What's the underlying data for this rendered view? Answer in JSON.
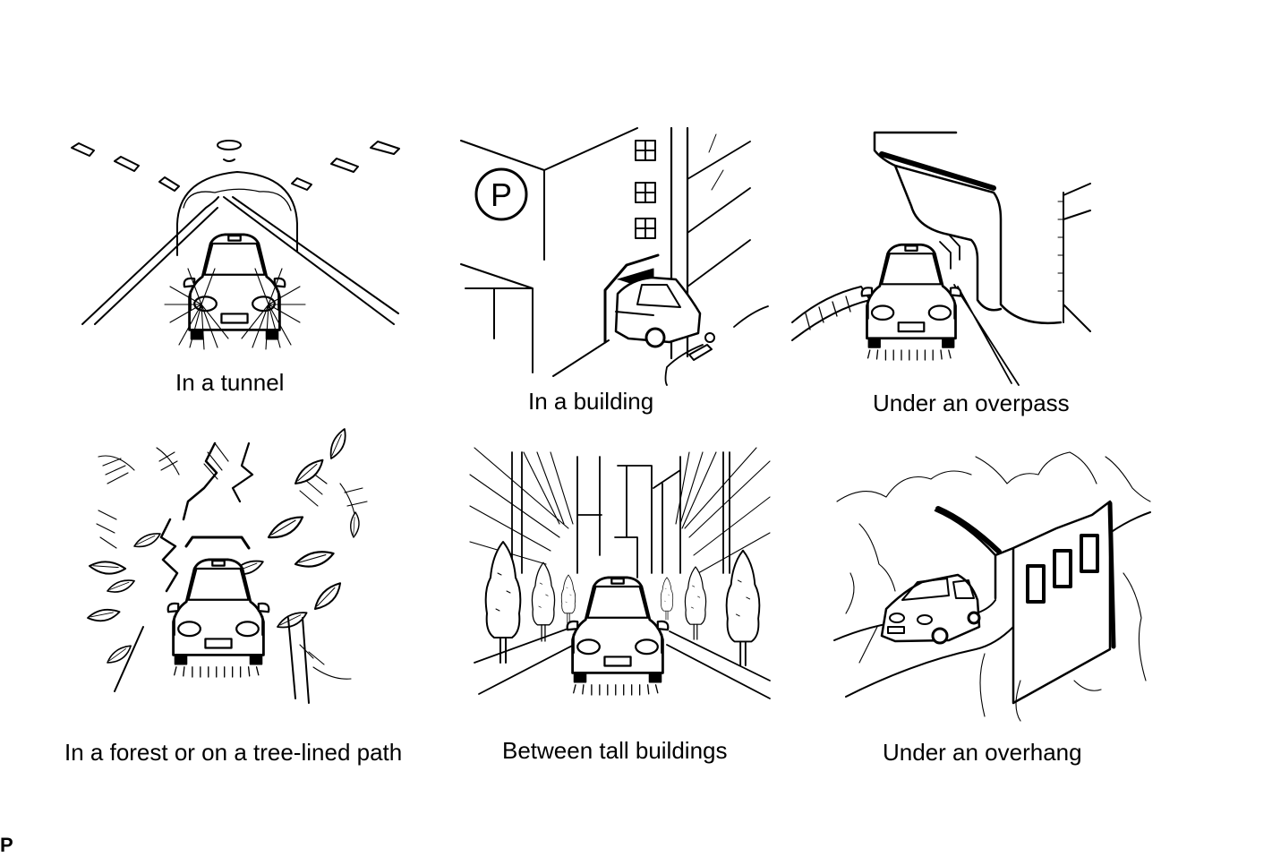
{
  "scenes": {
    "tunnel": {
      "caption": "In a tunnel"
    },
    "building": {
      "caption": "In a building",
      "sign": "P"
    },
    "overpass": {
      "caption": "Under an overpass"
    },
    "forest": {
      "caption": "In a forest or on a tree-lined path"
    },
    "tall_buildings": {
      "caption": "Between tall buildings"
    },
    "overhang": {
      "caption": "Under an overhang"
    }
  },
  "figure_id": "P"
}
